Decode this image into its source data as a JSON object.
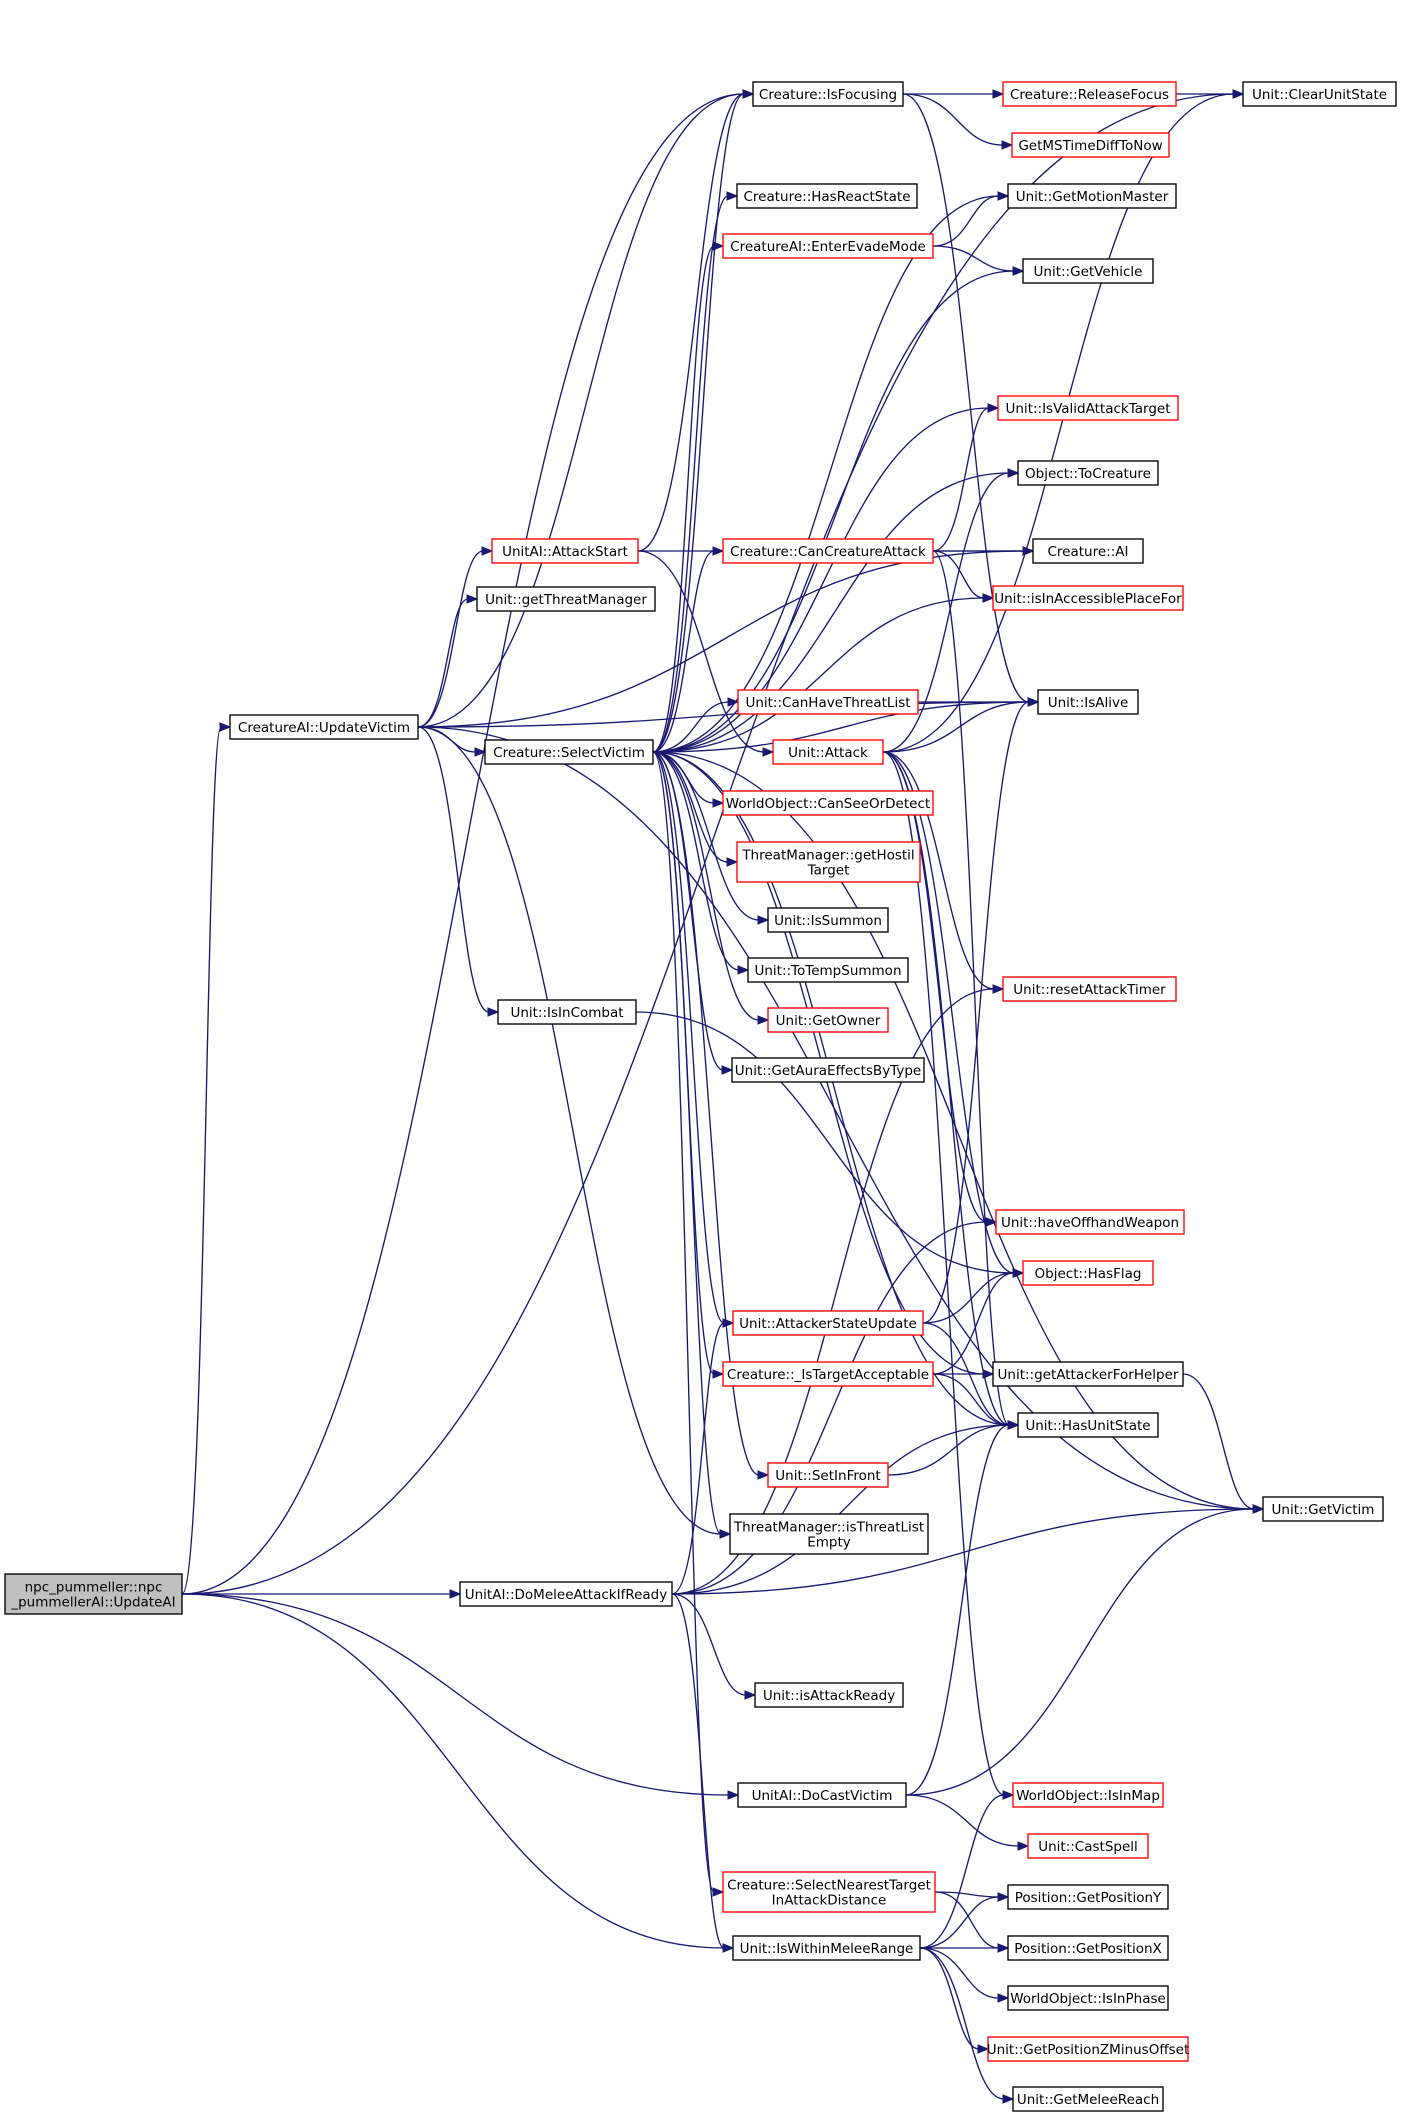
{
  "colors": {
    "edge": "#191970",
    "black_border": "#000000",
    "red_border": "#ff0000",
    "root_fill": "#bfbfbf",
    "node_fill": "#ffffff"
  },
  "nodes": [
    {
      "id": "root",
      "lines": [
        "npc_pummeller::npc",
        "_pummellerAI::UpdateAI"
      ],
      "border": "root"
    },
    {
      "id": "updatevictim",
      "lines": [
        "CreatureAI::UpdateVictim"
      ],
      "border": "black"
    },
    {
      "id": "domelee",
      "lines": [
        "UnitAI::DoMeleeAttackIfReady"
      ],
      "border": "black"
    },
    {
      "id": "docastvictim",
      "lines": [
        "UnitAI::DoCastVictim"
      ],
      "border": "black"
    },
    {
      "id": "iswithinmelee",
      "lines": [
        "Unit::IsWithinMeleeRange"
      ],
      "border": "black"
    },
    {
      "id": "attackstart",
      "lines": [
        "UnitAI::AttackStart"
      ],
      "border": "red"
    },
    {
      "id": "getthreatmgr",
      "lines": [
        "Unit::getThreatManager"
      ],
      "border": "black"
    },
    {
      "id": "selectvictim",
      "lines": [
        "Creature::SelectVictim"
      ],
      "border": "black"
    },
    {
      "id": "isincombat",
      "lines": [
        "Unit::IsInCombat"
      ],
      "border": "black"
    },
    {
      "id": "isfocusing",
      "lines": [
        "Creature::IsFocusing"
      ],
      "border": "black"
    },
    {
      "id": "hasreactstate",
      "lines": [
        "Creature::HasReactState"
      ],
      "border": "black"
    },
    {
      "id": "enterevade",
      "lines": [
        "CreatureAI::EnterEvadeMode"
      ],
      "border": "red"
    },
    {
      "id": "cancreatureattack",
      "lines": [
        "Creature::CanCreatureAttack"
      ],
      "border": "red"
    },
    {
      "id": "canhavethreat",
      "lines": [
        "Unit::CanHaveThreatList"
      ],
      "border": "red"
    },
    {
      "id": "attack",
      "lines": [
        "Unit::Attack"
      ],
      "border": "red"
    },
    {
      "id": "canseeordetect",
      "lines": [
        "WorldObject::CanSeeOrDetect"
      ],
      "border": "red"
    },
    {
      "id": "gethostile",
      "lines": [
        "ThreatManager::getHostil",
        "Target"
      ],
      "border": "red"
    },
    {
      "id": "issummon",
      "lines": [
        "Unit::IsSummon"
      ],
      "border": "black"
    },
    {
      "id": "totempsummon",
      "lines": [
        "Unit::ToTempSummon"
      ],
      "border": "black"
    },
    {
      "id": "getowner",
      "lines": [
        "Unit::GetOwner"
      ],
      "border": "red"
    },
    {
      "id": "getauraeffects",
      "lines": [
        "Unit::GetAuraEffectsByType"
      ],
      "border": "black"
    },
    {
      "id": "attackerstateupdate",
      "lines": [
        "Unit::AttackerStateUpdate"
      ],
      "border": "red"
    },
    {
      "id": "istargetacceptable",
      "lines": [
        "Creature::_IsTargetAcceptable"
      ],
      "border": "red"
    },
    {
      "id": "setinfront",
      "lines": [
        "Unit::SetInFront"
      ],
      "border": "red"
    },
    {
      "id": "isthreatlistempty",
      "lines": [
        "ThreatManager::isThreatList",
        "Empty"
      ],
      "border": "black"
    },
    {
      "id": "isattackready",
      "lines": [
        "Unit::isAttackReady"
      ],
      "border": "black"
    },
    {
      "id": "selectnearest",
      "lines": [
        "Creature::SelectNearestTarget",
        "InAttackDistance"
      ],
      "border": "red"
    },
    {
      "id": "releasefocus",
      "lines": [
        "Creature::ReleaseFocus"
      ],
      "border": "red"
    },
    {
      "id": "getmstimediff",
      "lines": [
        "GetMSTimeDiffToNow"
      ],
      "border": "red"
    },
    {
      "id": "getmotionmaster",
      "lines": [
        "Unit::GetMotionMaster"
      ],
      "border": "black"
    },
    {
      "id": "getvehicle",
      "lines": [
        "Unit::GetVehicle"
      ],
      "border": "black"
    },
    {
      "id": "isvalidattacktarget",
      "lines": [
        "Unit::IsValidAttackTarget"
      ],
      "border": "red"
    },
    {
      "id": "tocreature",
      "lines": [
        "Object::ToCreature"
      ],
      "border": "black"
    },
    {
      "id": "creatureai",
      "lines": [
        "Creature::AI"
      ],
      "border": "black"
    },
    {
      "id": "isinaccessible",
      "lines": [
        "Unit::isInAccessiblePlaceFor"
      ],
      "border": "red"
    },
    {
      "id": "isalive",
      "lines": [
        "Unit::IsAlive"
      ],
      "border": "black"
    },
    {
      "id": "resetattacktimer",
      "lines": [
        "Unit::resetAttackTimer"
      ],
      "border": "red"
    },
    {
      "id": "haveoffhand",
      "lines": [
        "Unit::haveOffhandWeapon"
      ],
      "border": "red"
    },
    {
      "id": "hasflag",
      "lines": [
        "Object::HasFlag"
      ],
      "border": "red"
    },
    {
      "id": "getattackerforhelper",
      "lines": [
        "Unit::getAttackerForHelper"
      ],
      "border": "black"
    },
    {
      "id": "hasunitstate",
      "lines": [
        "Unit::HasUnitState"
      ],
      "border": "black"
    },
    {
      "id": "isinmap",
      "lines": [
        "WorldObject::IsInMap"
      ],
      "border": "red"
    },
    {
      "id": "castspell",
      "lines": [
        "Unit::CastSpell"
      ],
      "border": "red"
    },
    {
      "id": "getpositiony",
      "lines": [
        "Position::GetPositionY"
      ],
      "border": "black"
    },
    {
      "id": "getpositionx",
      "lines": [
        "Position::GetPositionX"
      ],
      "border": "black"
    },
    {
      "id": "isinphase",
      "lines": [
        "WorldObject::IsInPhase"
      ],
      "border": "black"
    },
    {
      "id": "getpositionz",
      "lines": [
        "Unit::GetPositionZMinusOffset"
      ],
      "border": "red"
    },
    {
      "id": "getmeleereach",
      "lines": [
        "Unit::GetMeleeReach"
      ],
      "border": "black"
    },
    {
      "id": "clearunitstate",
      "lines": [
        "Unit::ClearUnitState"
      ],
      "border": "black"
    },
    {
      "id": "getvictim",
      "lines": [
        "Unit::GetVictim"
      ],
      "border": "black"
    }
  ],
  "edges": [
    [
      "root",
      "updatevictim"
    ],
    [
      "root",
      "domelee"
    ],
    [
      "root",
      "docastvictim"
    ],
    [
      "root",
      "iswithinmelee"
    ],
    [
      "root",
      "clearunitstate"
    ],
    [
      "root",
      "isfocusing"
    ],
    [
      "updatevictim",
      "attackstart"
    ],
    [
      "updatevictim",
      "getthreatmgr"
    ],
    [
      "updatevictim",
      "selectvictim"
    ],
    [
      "updatevictim",
      "isincombat"
    ],
    [
      "updatevictim",
      "isthreatlistempty"
    ],
    [
      "updatevictim",
      "getvictim"
    ],
    [
      "updatevictim",
      "isfocusing"
    ],
    [
      "updatevictim",
      "creatureai"
    ],
    [
      "updatevictim",
      "isalive"
    ],
    [
      "attackstart",
      "isfocusing"
    ],
    [
      "attackstart",
      "attack"
    ],
    [
      "attackstart",
      "creatureai"
    ],
    [
      "selectvictim",
      "isfocusing"
    ],
    [
      "selectvictim",
      "hasreactstate"
    ],
    [
      "selectvictim",
      "enterevade"
    ],
    [
      "selectvictim",
      "getvehicle"
    ],
    [
      "selectvictim",
      "getmotionmaster"
    ],
    [
      "selectvictim",
      "isvalidattacktarget"
    ],
    [
      "selectvictim",
      "tocreature"
    ],
    [
      "selectvictim",
      "cancreatureattack"
    ],
    [
      "selectvictim",
      "isinaccessible"
    ],
    [
      "selectvictim",
      "canhavethreat"
    ],
    [
      "selectvictim",
      "isalive"
    ],
    [
      "selectvictim",
      "canseeordetect"
    ],
    [
      "selectvictim",
      "gethostile"
    ],
    [
      "selectvictim",
      "issummon"
    ],
    [
      "selectvictim",
      "totempsummon"
    ],
    [
      "selectvictim",
      "getowner"
    ],
    [
      "selectvictim",
      "getauraeffects"
    ],
    [
      "selectvictim",
      "attackerstateupdate"
    ],
    [
      "selectvictim",
      "istargetacceptable"
    ],
    [
      "selectvictim",
      "setinfront"
    ],
    [
      "selectvictim",
      "isthreatlistempty"
    ],
    [
      "selectvictim",
      "selectnearest"
    ],
    [
      "selectvictim",
      "hasunitstate"
    ],
    [
      "selectvictim",
      "getattackerforhelper"
    ],
    [
      "selectvictim",
      "getvictim"
    ],
    [
      "isfocusing",
      "releasefocus"
    ],
    [
      "isfocusing",
      "getmstimediff"
    ],
    [
      "isfocusing",
      "isalive"
    ],
    [
      "releasefocus",
      "clearunitstate"
    ],
    [
      "enterevade",
      "getmotionmaster"
    ],
    [
      "enterevade",
      "getvehicle"
    ],
    [
      "cancreatureattack",
      "isvalidattacktarget"
    ],
    [
      "cancreatureattack",
      "creatureai"
    ],
    [
      "cancreatureattack",
      "isinaccessible"
    ],
    [
      "cancreatureattack",
      "hasunitstate"
    ],
    [
      "canhavethreat",
      "isalive"
    ],
    [
      "attack",
      "isalive"
    ],
    [
      "attack",
      "clearunitstate"
    ],
    [
      "attack",
      "resetattacktimer"
    ],
    [
      "attack",
      "haveoffhand"
    ],
    [
      "attack",
      "hasflag"
    ],
    [
      "attack",
      "hasunitstate"
    ],
    [
      "attack",
      "isinmap"
    ],
    [
      "attack",
      "tocreature"
    ],
    [
      "isincombat",
      "hasflag"
    ],
    [
      "domelee",
      "attackerstateupdate"
    ],
    [
      "domelee",
      "haveoffhand"
    ],
    [
      "domelee",
      "resetattacktimer"
    ],
    [
      "domelee",
      "isattackready"
    ],
    [
      "domelee",
      "iswithinmelee"
    ],
    [
      "domelee",
      "hasunitstate"
    ],
    [
      "domelee",
      "getvictim"
    ],
    [
      "attackerstateupdate",
      "hasflag"
    ],
    [
      "attackerstateupdate",
      "isalive"
    ],
    [
      "attackerstateupdate",
      "hasunitstate"
    ],
    [
      "istargetacceptable",
      "getattackerforhelper"
    ],
    [
      "istargetacceptable",
      "hasunitstate"
    ],
    [
      "istargetacceptable",
      "hasflag"
    ],
    [
      "getattackerforhelper",
      "getvictim"
    ],
    [
      "setinfront",
      "hasunitstate"
    ],
    [
      "docastvictim",
      "getvictim"
    ],
    [
      "docastvictim",
      "hasunitstate"
    ],
    [
      "docastvictim",
      "castspell"
    ],
    [
      "selectnearest",
      "getpositiony"
    ],
    [
      "selectnearest",
      "getpositionx"
    ],
    [
      "iswithinmelee",
      "isinmap"
    ],
    [
      "iswithinmelee",
      "getpositiony"
    ],
    [
      "iswithinmelee",
      "getpositionx"
    ],
    [
      "iswithinmelee",
      "isinphase"
    ],
    [
      "iswithinmelee",
      "getpositionz"
    ],
    [
      "iswithinmelee",
      "getmeleereach"
    ]
  ]
}
